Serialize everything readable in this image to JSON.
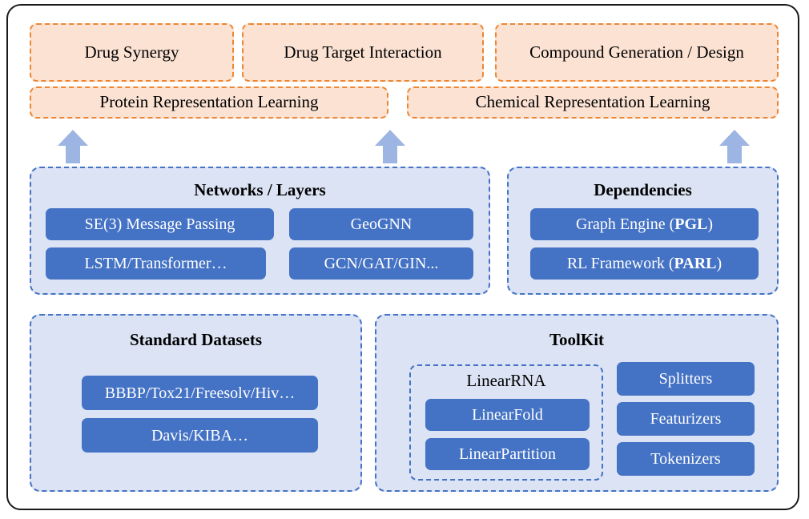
{
  "figure": {
    "applications": [
      {
        "label": "Drug Synergy"
      },
      {
        "label": "Drug Target Interaction"
      },
      {
        "label": "Compound Generation / Design"
      }
    ],
    "representations": [
      {
        "label": "Protein Representation Learning"
      },
      {
        "label": "Chemical Representation Learning"
      }
    ],
    "arrows": [
      {
        "name": "arrow-up-protein"
      },
      {
        "name": "arrow-up-middle"
      },
      {
        "name": "arrow-up-chemical"
      }
    ],
    "panels": {
      "networks": {
        "title": "Networks / Layers",
        "chips": [
          {
            "label": "SE(3) Message Passing"
          },
          {
            "label": "GeoGNN"
          },
          {
            "label": "LSTM/Transformer…"
          },
          {
            "label": "GCN/GAT/GIN..."
          }
        ]
      },
      "dependencies": {
        "title": "Dependencies",
        "chips": [
          {
            "prefix": "Graph Engine (",
            "strong": "PGL",
            "suffix": ")"
          },
          {
            "prefix": "RL Framework (",
            "strong": "PARL",
            "suffix": ")"
          }
        ]
      },
      "datasets": {
        "title": "Standard Datasets",
        "chips": [
          {
            "label": "BBBP/Tox21/Freesolv/Hiv…"
          },
          {
            "label": "Davis/KIBA…"
          }
        ]
      },
      "toolkit": {
        "title": "ToolKit",
        "subpanel": {
          "title": "LinearRNA",
          "chips": [
            {
              "label": "LinearFold"
            },
            {
              "label": "LinearPartition"
            }
          ]
        },
        "chips": [
          {
            "label": "Splitters"
          },
          {
            "label": "Featurizers"
          },
          {
            "label": "Tokenizers"
          }
        ]
      }
    },
    "colors": {
      "app_fill": "#FBE2D3",
      "app_border": "#ED8632",
      "panel_fill": "#DBE3F4",
      "panel_border": "#4472C4",
      "chip_fill": "#4472C4",
      "chip_text": "#FFFFFF",
      "arrow_fill": "#9DB5E2",
      "frame_border": "#1A1A1A"
    }
  }
}
